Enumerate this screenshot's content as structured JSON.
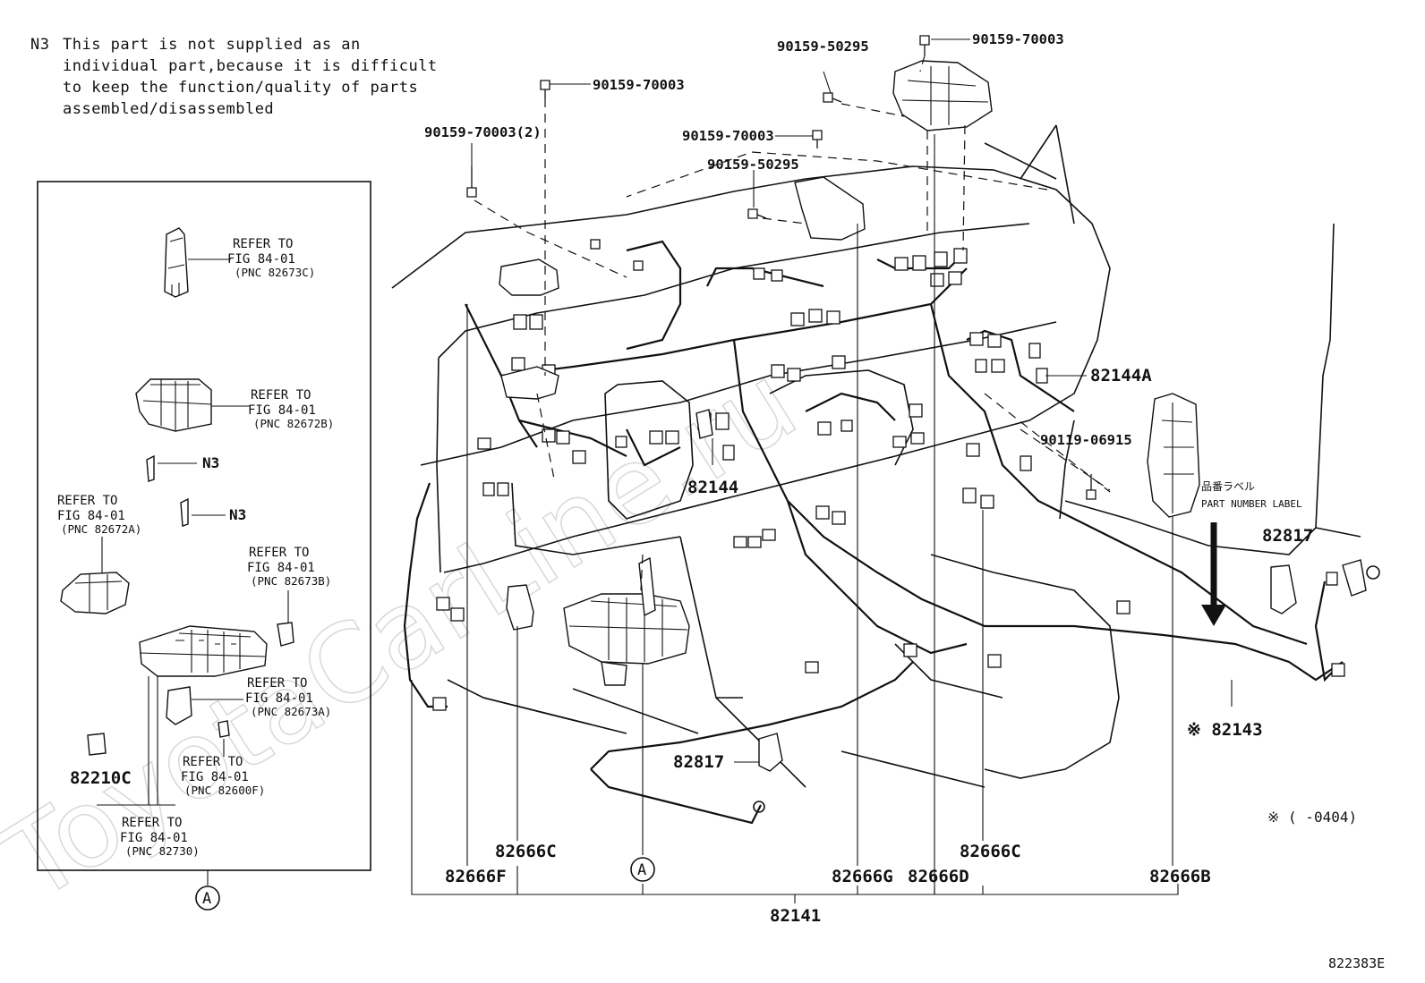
{
  "note": {
    "code": "N3",
    "lines": [
      "This part is not supplied as an",
      "individual part,because it is difficult",
      "to keep the function/quality of parts",
      "assembled/disassembled"
    ]
  },
  "watermark": "ToyotaCarLine.ru",
  "inset": {
    "refers": [
      {
        "l1": "REFER TO",
        "l2": "FIG 84-01",
        "l3": "(PNC 82673C)"
      },
      {
        "l1": "REFER TO",
        "l2": "FIG 84-01",
        "l3": "(PNC 82672B)"
      },
      {
        "l1": "REFER TO",
        "l2": "FIG 84-01",
        "l3": "(PNC 82672A)"
      },
      {
        "l1": "REFER TO",
        "l2": "FIG 84-01",
        "l3": "(PNC 82673B)"
      },
      {
        "l1": "REFER TO",
        "l2": "FIG 84-01",
        "l3": "(PNC 82673A)"
      },
      {
        "l1": "REFER TO",
        "l2": "FIG 84-01",
        "l3": "(PNC 82600F)"
      },
      {
        "l1": "REFER TO",
        "l2": "FIG 84-01",
        "l3": "(PNC 82730)"
      }
    ],
    "n3_a": "N3",
    "n3_b": "N3",
    "part_82210c": "82210C",
    "callout": "A"
  },
  "labels": {
    "b70003_top_left": "90159-70003",
    "b70003_2": "90159-70003(2)",
    "b50295_top": "90159-50295",
    "b70003_top_right": "90159-70003",
    "b70003_mid": "90159-70003",
    "b50295_mid": "90159-50295",
    "p82144a": "82144A",
    "p82144": "82144",
    "b06915": "90119-06915",
    "jp_label": "品番ラベル",
    "part_number_label": "PART NUMBER LABEL",
    "p82817_right": "82817",
    "p82817_mid": "82817",
    "p82143": "※ 82143",
    "p82666c_left": "82666C",
    "p82666f": "82666F",
    "callout_a": "A",
    "p82666g": "82666G",
    "p82666d": "82666D",
    "p82666c_right": "82666C",
    "p82666b": "82666B",
    "p82141": "82141",
    "footnote": "※ (      -0404)",
    "figure_id": "822383E"
  }
}
